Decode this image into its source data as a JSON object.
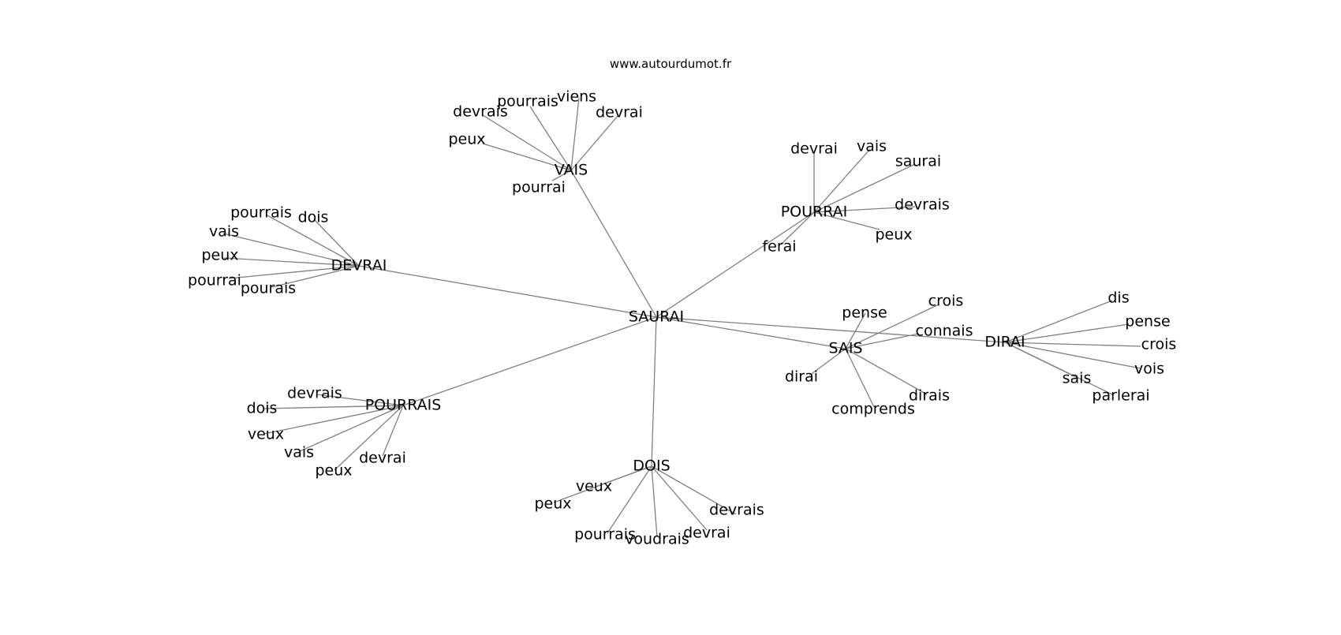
{
  "site": "www.autourdumot.fr",
  "center": "SAURAI",
  "hubs": [
    {
      "id": "vais",
      "label": "VAIS",
      "words": [
        "peux",
        "devrais",
        "pourrais",
        "viens",
        "devrai",
        "pourrai"
      ]
    },
    {
      "id": "pourrai",
      "label": "POURRAI",
      "words": [
        "devrai",
        "vais",
        "saurai",
        "devrais",
        "peux",
        "ferai"
      ]
    },
    {
      "id": "devrai",
      "label": "DEVRAI",
      "words": [
        "pourrais",
        "dois",
        "vais",
        "peux",
        "pourrai",
        "pourais"
      ]
    },
    {
      "id": "sais",
      "label": "SAIS",
      "words": [
        "pense",
        "crois",
        "connais",
        "dirai",
        "comprends",
        "dirais"
      ]
    },
    {
      "id": "dirai",
      "label": "DIRAI",
      "words": [
        "dis",
        "pense",
        "crois",
        "vois",
        "sais",
        "parlerai"
      ]
    },
    {
      "id": "pourrais",
      "label": "POURRAIS",
      "words": [
        "devrais",
        "dois",
        "veux",
        "vais",
        "peux",
        "devrai"
      ]
    },
    {
      "id": "dois",
      "label": "DOIS",
      "words": [
        "veux",
        "peux",
        "pourrais",
        "voudrais",
        "devrai",
        "devrais"
      ]
    }
  ]
}
